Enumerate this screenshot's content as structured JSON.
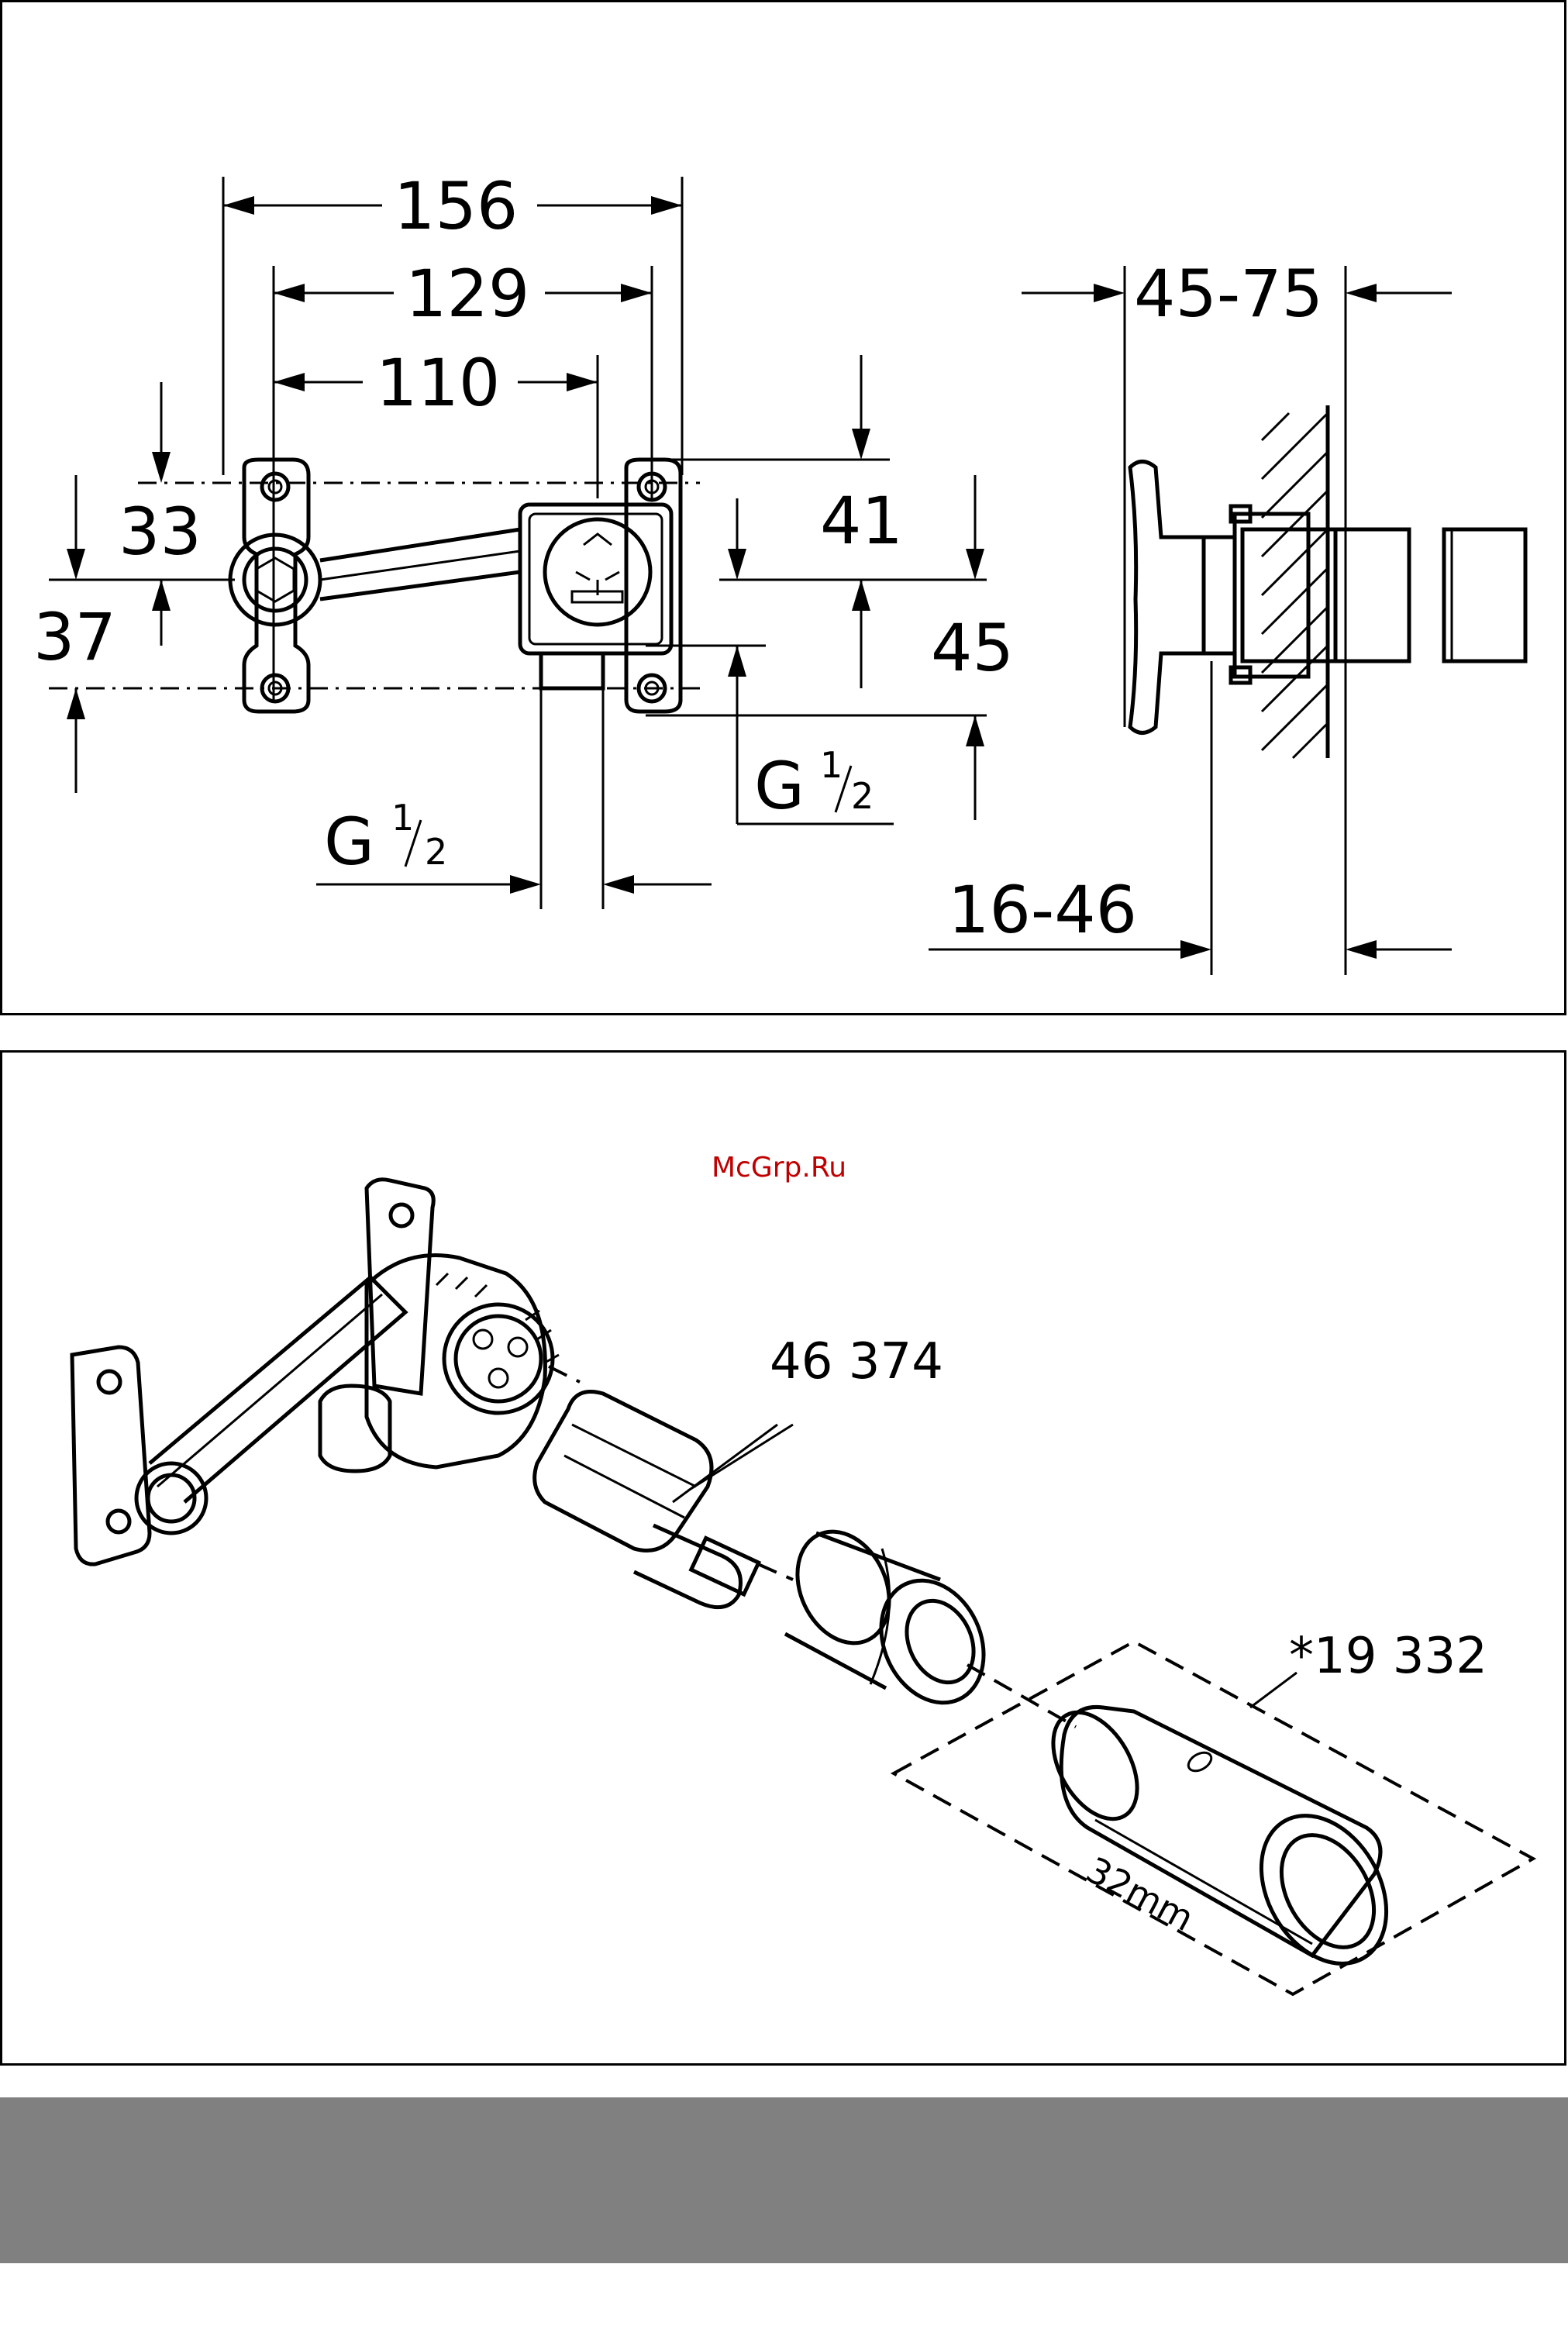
{
  "top_drawing": {
    "dims": {
      "d156": "156",
      "d129": "129",
      "d110": "110",
      "d33": "33",
      "d37": "37",
      "d41": "41",
      "d45": "45",
      "g_left_main": "G",
      "g_left_num": "1",
      "g_left_den": "2",
      "g_right_main": "G",
      "g_right_num": "1",
      "g_right_den": "2",
      "d4575": "45-75",
      "d1646": "16-46"
    }
  },
  "bottom_drawing": {
    "watermark": "McGrp.Ru",
    "part_cartridge": "46 374",
    "part_tool": "*19 332",
    "tool_size": "32mm"
  },
  "colors": {
    "line": "#000000",
    "watermark": "#c00000",
    "footer_band": "#808080"
  }
}
